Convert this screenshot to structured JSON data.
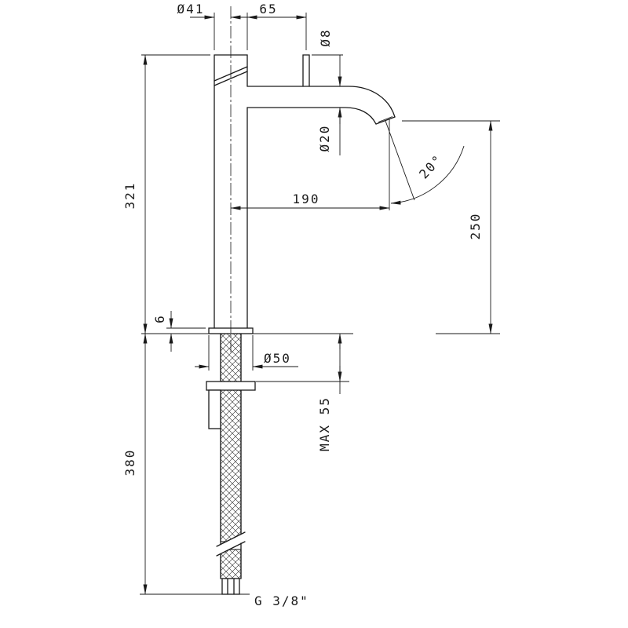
{
  "drawing": {
    "type": "faucet-technical-drawing",
    "colors": {
      "background": "#ffffff",
      "line": "#1a1a1a"
    },
    "labels": {
      "body_diameter": "Ø41",
      "handle_offset": "65",
      "handle_diameter": "Ø8",
      "spout_tube_diameter": "Ø20",
      "height_to_spout": "321",
      "spout_reach": "190",
      "stream_angle": "20°",
      "outlet_height": "250",
      "base_plate_height": "6",
      "base_plate_diameter": "Ø50",
      "max_deck_thickness": "MAX 55",
      "hose_length": "380",
      "connection_thread": "G 3/8\""
    }
  }
}
